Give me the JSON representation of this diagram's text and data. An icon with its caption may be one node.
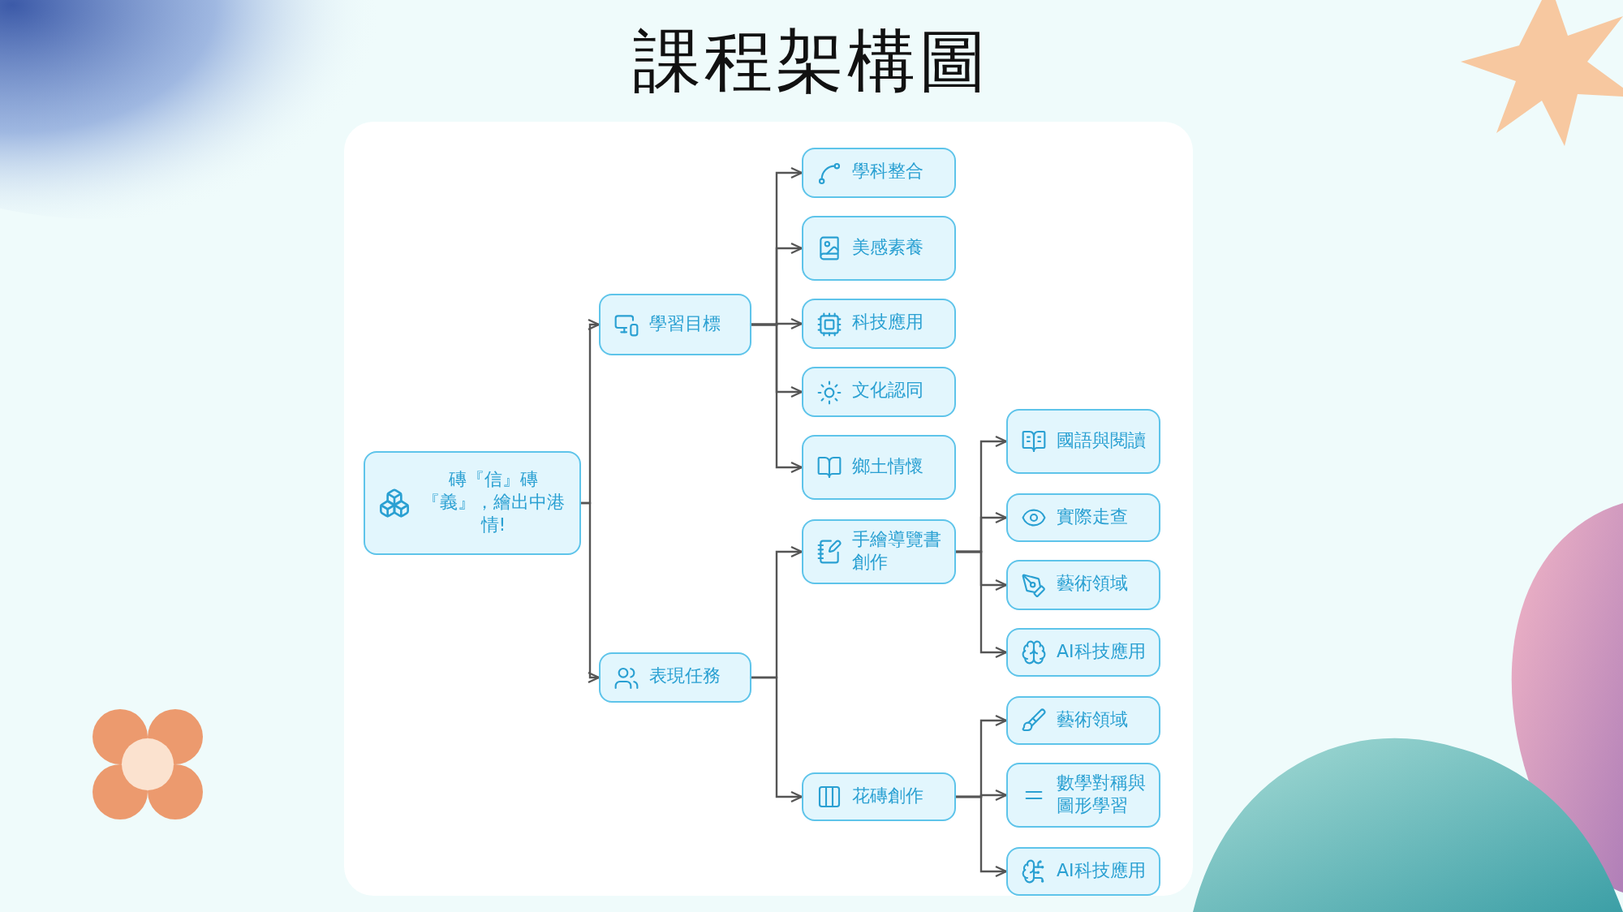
{
  "diagram": {
    "title": "課程架構圖",
    "nodes": [
      {
        "text": [
          "磚『信』磚『義』，繪出中港情!"
        ]
      },
      {
        "text": [
          "學習目標"
        ]
      },
      {
        "text": [
          "表現任務"
        ]
      },
      {
        "text": [
          "學科整合"
        ]
      },
      {
        "text": [
          "美感素養"
        ]
      },
      {
        "text": [
          "科技應用"
        ]
      },
      {
        "text": [
          "文化認同"
        ]
      },
      {
        "text": [
          "鄉土情懷"
        ]
      },
      {
        "text": [
          "手繪導覽書創作"
        ]
      },
      {
        "text": [
          "花磚創作"
        ]
      },
      {
        "text": [
          "國語與閱讀"
        ]
      },
      {
        "text": [
          "實際走查"
        ]
      },
      {
        "text": [
          "藝術領域"
        ]
      },
      {
        "text": [
          "AI科技應用"
        ]
      },
      {
        "text": [
          "藝術領域"
        ]
      },
      {
        "text": [
          "數學對稱與圖形學習"
        ]
      },
      {
        "text": [
          "AI科技應用"
        ]
      }
    ],
    "edges": [
      {
        "from": 0,
        "to": 1,
        "arrow": "to"
      },
      {
        "from": 0,
        "to": 2,
        "arrow": "to"
      },
      {
        "from": 1,
        "to": 3,
        "arrow": "to"
      },
      {
        "from": 1,
        "to": 4,
        "arrow": "to"
      },
      {
        "from": 1,
        "to": 5,
        "arrow": "to"
      },
      {
        "from": 1,
        "to": 6,
        "arrow": "to"
      },
      {
        "from": 1,
        "to": 7,
        "arrow": "to"
      },
      {
        "from": 2,
        "to": 8,
        "arrow": "to"
      },
      {
        "from": 2,
        "to": 9,
        "arrow": "to"
      },
      {
        "from": 8,
        "to": 10,
        "arrow": "to"
      },
      {
        "from": 8,
        "to": 11,
        "arrow": "to"
      },
      {
        "from": 8,
        "to": 12,
        "arrow": "to"
      },
      {
        "from": 8,
        "to": 13,
        "arrow": "to"
      },
      {
        "from": 9,
        "to": 14,
        "arrow": "to"
      },
      {
        "from": 9,
        "to": 15,
        "arrow": "to"
      },
      {
        "from": 9,
        "to": 16,
        "arrow": "to"
      }
    ]
  }
}
